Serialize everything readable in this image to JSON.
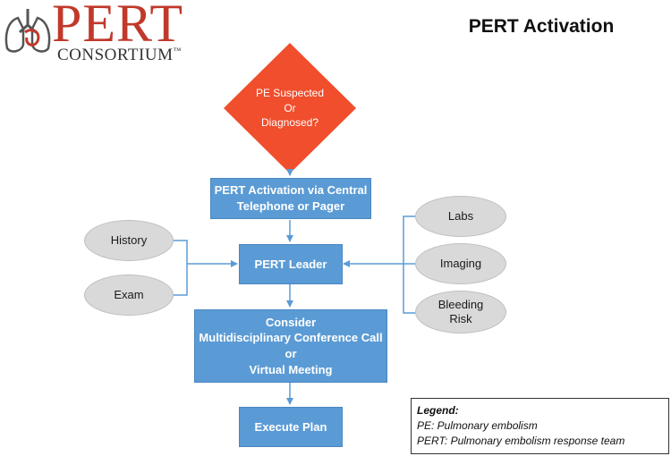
{
  "header": {
    "title": "PERT Activation"
  },
  "logo": {
    "word": "PERT",
    "subword": "CONSORTIUM",
    "trademark": "™"
  },
  "flow": {
    "decision": {
      "lines": [
        "PE Suspected",
        "Or",
        "Diagnosed?"
      ]
    },
    "activation": {
      "lines": [
        "PERT Activation via Central",
        "Telephone or Pager"
      ]
    },
    "leader": {
      "label": "PERT Leader"
    },
    "consider": {
      "lines": [
        "Consider",
        "Multidisciplinary Conference Call",
        "or",
        "Virtual Meeting"
      ]
    },
    "execute": {
      "label": "Execute Plan"
    }
  },
  "inputs_left": [
    {
      "label": "History"
    },
    {
      "label": "Exam"
    }
  ],
  "inputs_right": [
    {
      "lines": [
        "Labs"
      ]
    },
    {
      "lines": [
        "Imaging"
      ]
    },
    {
      "lines": [
        "Bleeding",
        "Risk"
      ]
    }
  ],
  "legend": {
    "title": "Legend:",
    "items": [
      "PE: Pulmonary embolism",
      "PERT: Pulmonary embolism response team"
    ]
  },
  "colors": {
    "diamond": "#f04e2c",
    "box": "#5b9bd5",
    "oval": "#d9d9d9",
    "connector": "#5b9bd5",
    "logo_red": "#c0392b"
  }
}
